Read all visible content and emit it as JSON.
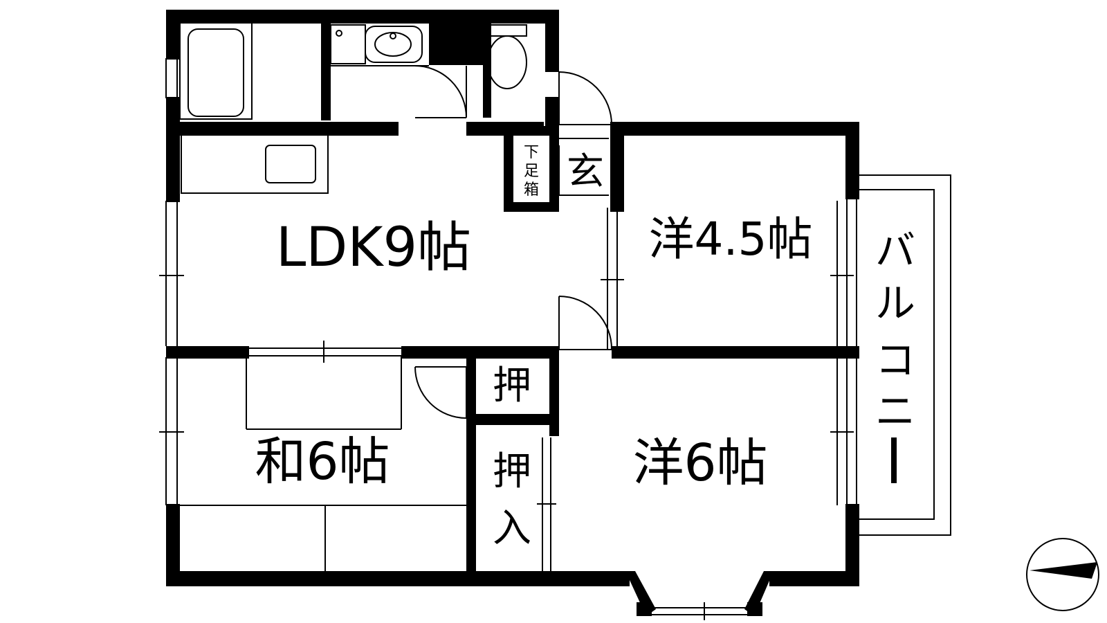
{
  "rooms": {
    "ldk": "LDK9帖",
    "western_small": "洋4.5帖",
    "western_large": "洋6帖",
    "japanese": "和6帖"
  },
  "entrance": "玄",
  "shoe_box": [
    "下",
    "足",
    "箱"
  ],
  "closet_small": "押",
  "closet_large": [
    "押",
    "入"
  ],
  "balcony": [
    "バ",
    "ル",
    "コ",
    "ニ",
    "ー"
  ]
}
